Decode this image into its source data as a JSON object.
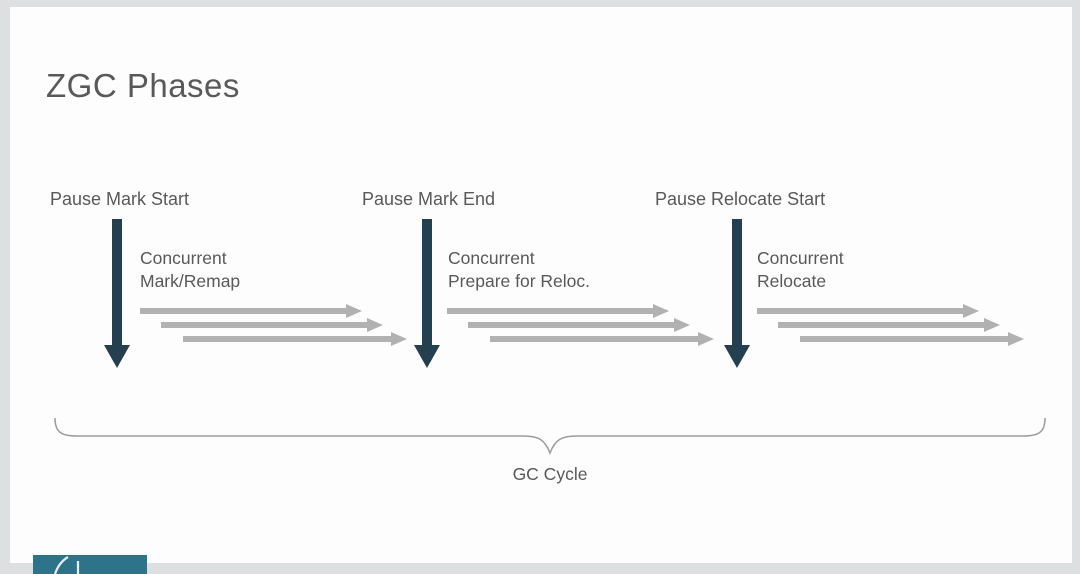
{
  "slide": {
    "title": "ZGC Phases",
    "brace_label": "GC Cycle"
  },
  "phases": [
    {
      "pause_label": "Pause Mark Start",
      "concurrent_line1": "Concurrent",
      "concurrent_line2": "Mark/Remap"
    },
    {
      "pause_label": "Pause Mark End",
      "concurrent_line1": "Concurrent",
      "concurrent_line2": "Prepare for Reloc."
    },
    {
      "pause_label": "Pause Relocate Start",
      "concurrent_line1": "Concurrent",
      "concurrent_line2": "Relocate"
    }
  ],
  "colors": {
    "pause_arrow": "#243f50",
    "concurrent_arrow": "#b1b1b1",
    "text": "#595959",
    "brace": "#9b9b9b",
    "logo_teal": "#2d7389",
    "canvas_background": "#dce0e1",
    "slide_background": "#fdfdfd"
  }
}
